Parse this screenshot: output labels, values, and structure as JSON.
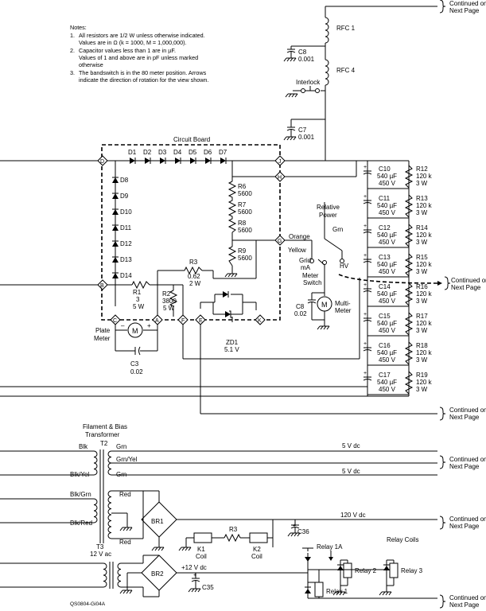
{
  "notes": {
    "heading": "Notes:",
    "items": [
      {
        "num": "1.",
        "lines": [
          "All resistors are 1/2 W unless otherwise indicated.",
          "Values are in Ω (k = 1000, M = 1,000,000)."
        ]
      },
      {
        "num": "2.",
        "lines": [
          "Capacitor values less than 1 are in µF.",
          "Values of 1 and above are in pF unless marked",
          "otherwise"
        ]
      },
      {
        "num": "3.",
        "lines": [
          "The bandswitch is in the 80 meter position.  Arrows",
          "indicate the direction of rotation for the view shown."
        ]
      }
    ]
  },
  "labels": {
    "rfc1": "RFC 1",
    "rfc4": "RFC 4",
    "c8a": "C8",
    "c8a_val": "0.001",
    "interlock": "Interlock",
    "c7": "C7",
    "c7_val": "0.001",
    "circuit_board": "Circuit Board",
    "diodes": [
      "D1",
      "D2",
      "D3",
      "D4",
      "D5",
      "D6",
      "D7"
    ],
    "vdiodes": [
      "D8",
      "D9",
      "D10",
      "D11",
      "D12",
      "D13",
      "D14"
    ],
    "r6": "R6",
    "r6_val": "5600",
    "r7": "R7",
    "r7_val": "5600",
    "r8": "R8",
    "r8_val": "5600",
    "r9": "R9",
    "r9_val": "5600",
    "r3": "R3",
    "r3_val": "0.62",
    "r3_w": "2 W",
    "r1": "R1",
    "r1_val": "3",
    "r1_w": "5 W",
    "r2": "R2",
    "r2_val": "3800",
    "r2_w": "5 W",
    "zd1": "ZD1",
    "zd1_val": "5.1 V",
    "plate": "Plate",
    "meter": "Meter",
    "c3": "C3",
    "c3_val": "0.02",
    "relative": "Relative",
    "power": "Power",
    "grn": "Grn",
    "orange": "Orange",
    "yellow": "Yellow",
    "grid": "Grid",
    "ma": "mA",
    "hv": "HV",
    "meter2": "Meter",
    "switch": "Switch",
    "c8b": "C8",
    "c8b_val": "0.02",
    "multi": "Multi-",
    "meter3": "Meter",
    "nodes": {
      "D": "D",
      "J": "J",
      "H": "H",
      "G": "G",
      "B": "B",
      "C": "C",
      "A": "A",
      "F": "F",
      "E": "E",
      "K": "K"
    },
    "cap_bank": [
      {
        "name": "C10",
        "cap": "540 µF",
        "volt": "450 V",
        "rname": "R12",
        "rval": "120 k",
        "rw": "3 W"
      },
      {
        "name": "C11",
        "cap": "540 µF",
        "volt": "450 V",
        "rname": "R13",
        "rval": "120 k",
        "rw": "3 W"
      },
      {
        "name": "C12",
        "cap": "540 µF",
        "volt": "450 V",
        "rname": "R14",
        "rval": "120 k",
        "rw": "3 W"
      },
      {
        "name": "C13",
        "cap": "540 µF",
        "volt": "450 V",
        "rname": "R15",
        "rval": "120 k",
        "rw": "3 W"
      },
      {
        "name": "C14",
        "cap": "540 µF",
        "volt": "450 V",
        "rname": "R16",
        "rval": "120 k",
        "rw": "3 W"
      },
      {
        "name": "C15",
        "cap": "540 µF",
        "volt": "450 V",
        "rname": "R17",
        "rval": "120 k",
        "rw": "3 W"
      },
      {
        "name": "C16",
        "cap": "540 µF",
        "volt": "450 V",
        "rname": "R18",
        "rval": "120 k",
        "rw": "3 W"
      },
      {
        "name": "C17",
        "cap": "540 µF",
        "volt": "450 V",
        "rname": "R19",
        "rval": "120 k",
        "rw": "3 W"
      }
    ],
    "filament": "Filament & Bias",
    "transformer": "Transformer",
    "t2": "T2",
    "blk": "Blk",
    "grn_t": "Grn",
    "grnyel": "Grn/Yel",
    "blkyel": "Blk/Yel",
    "grn2": "Grn",
    "v5a": "5 V dc",
    "v5b": "5 V dc",
    "blkgrn": "Blk/Grn",
    "red1": "Red",
    "blkred": "Blk/Red",
    "red2": "Red",
    "br1": "BR1",
    "v120": "120 V dc",
    "c36": "C36",
    "r3b": "R3",
    "k1": "K1",
    "k1c": "Coil",
    "k2": "K2",
    "k2c": "Coil",
    "relay_coils": "Relay Coils",
    "relay1a": "Relay 1A",
    "relay2": "Relay 2",
    "relay3": "Relay 3",
    "relay1": "Relay 1",
    "t3": "T3",
    "t3v": "12 V ac",
    "br2": "BR2",
    "v12": "+12 V dc",
    "c35": "C35",
    "code": "QS0804-Gi04A",
    "cont_line1": "Continued on",
    "cont_line2": "Next Page"
  }
}
